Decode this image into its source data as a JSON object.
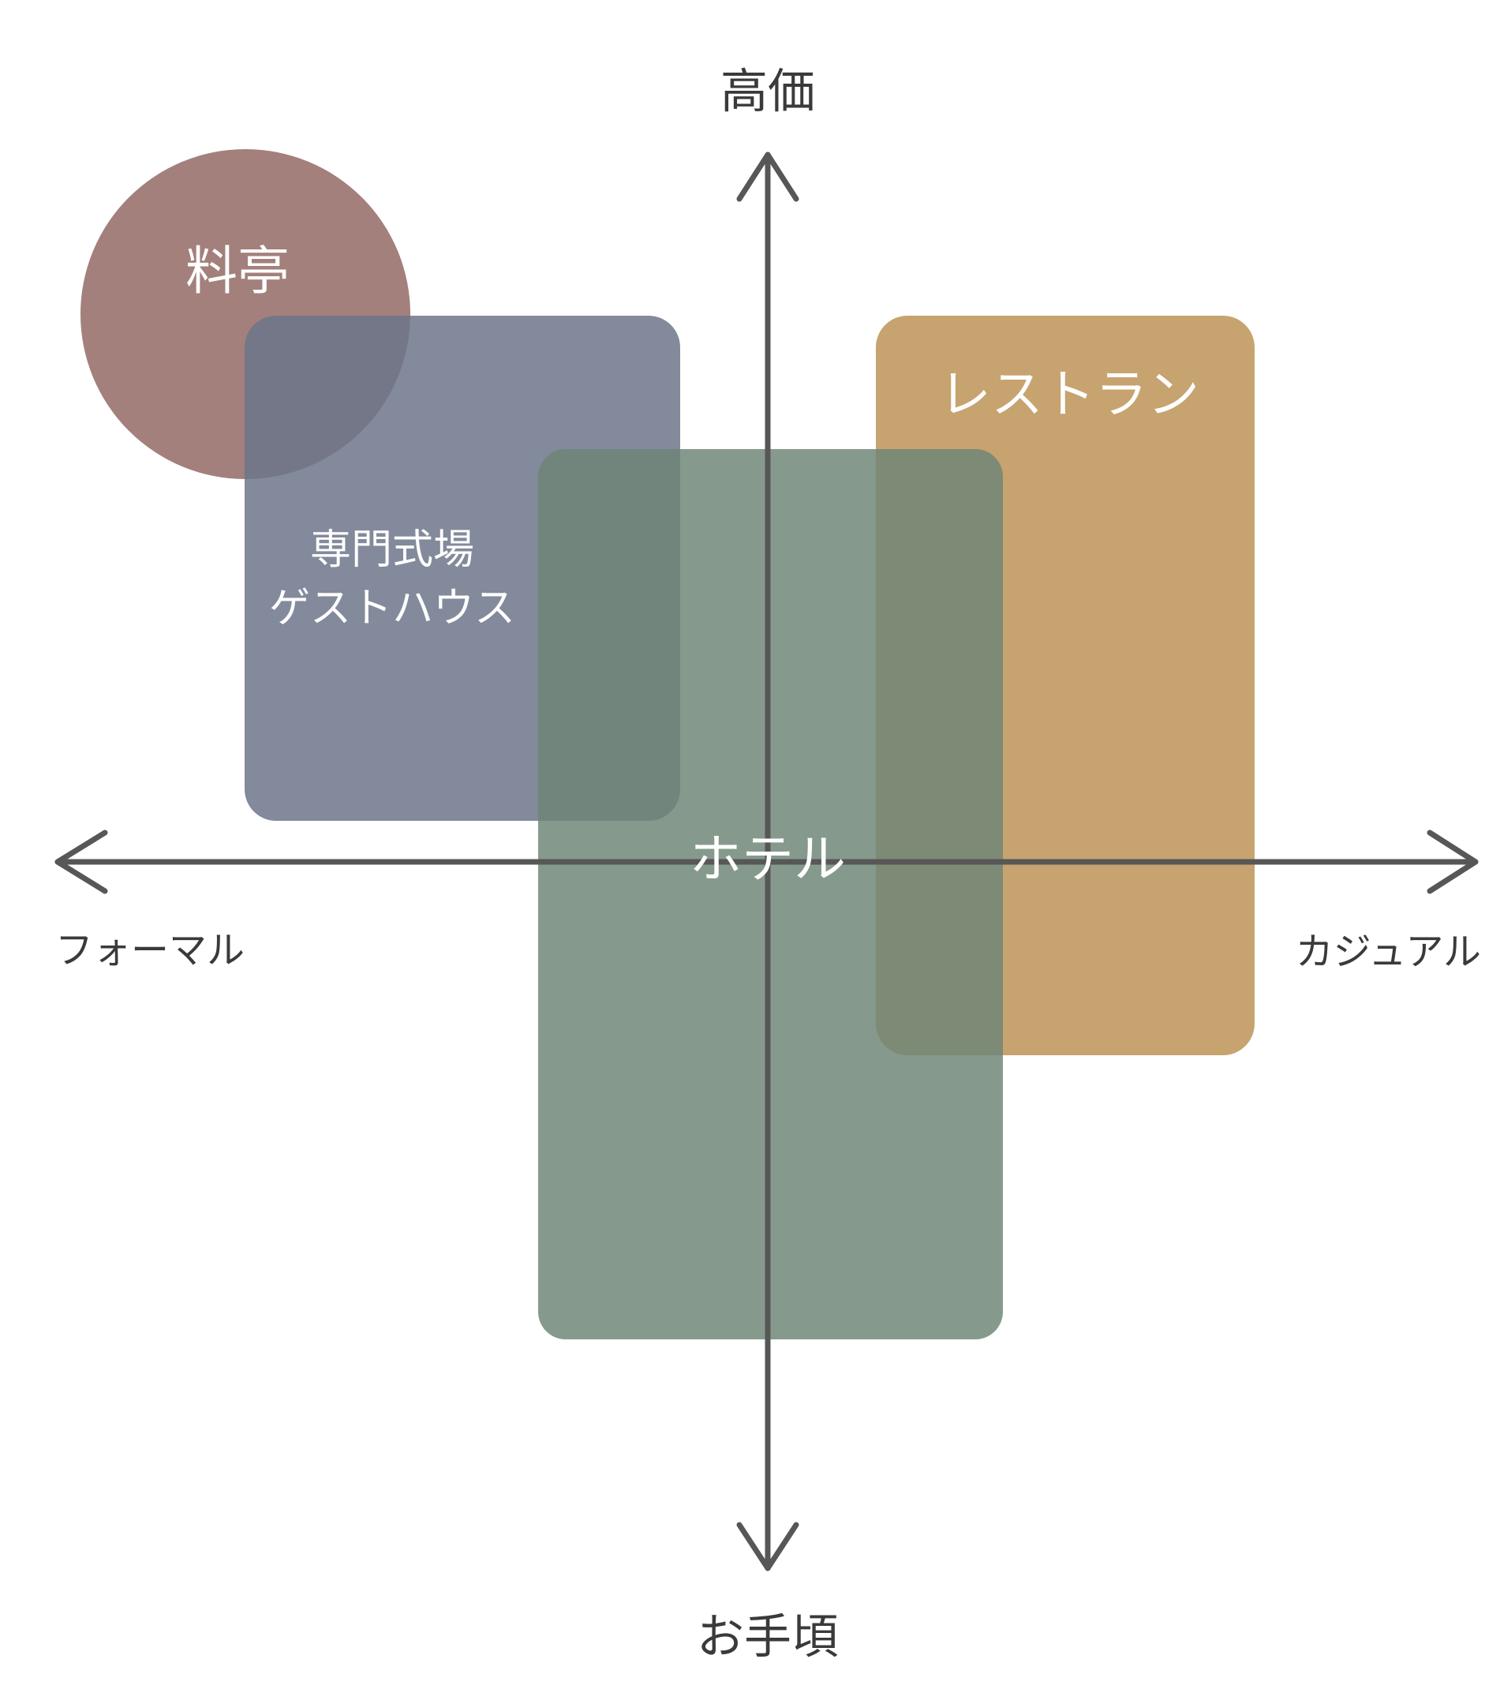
{
  "axes": {
    "top_label": "高価",
    "bottom_label": "お手頃",
    "left_label": "フォーマル",
    "right_label": "カジュアル",
    "axis_color": "#575757"
  },
  "regions": {
    "ryotei": {
      "label": "料亭",
      "color": "#a3807c"
    },
    "senmon": {
      "label_line1": "専門式場",
      "label_line2": "ゲストハウス",
      "color": "#6c758a"
    },
    "restaurant": {
      "label": "レストラン",
      "color": "#c7a370"
    },
    "hotel": {
      "label": "ホテル",
      "color": "#6e8476"
    }
  }
}
